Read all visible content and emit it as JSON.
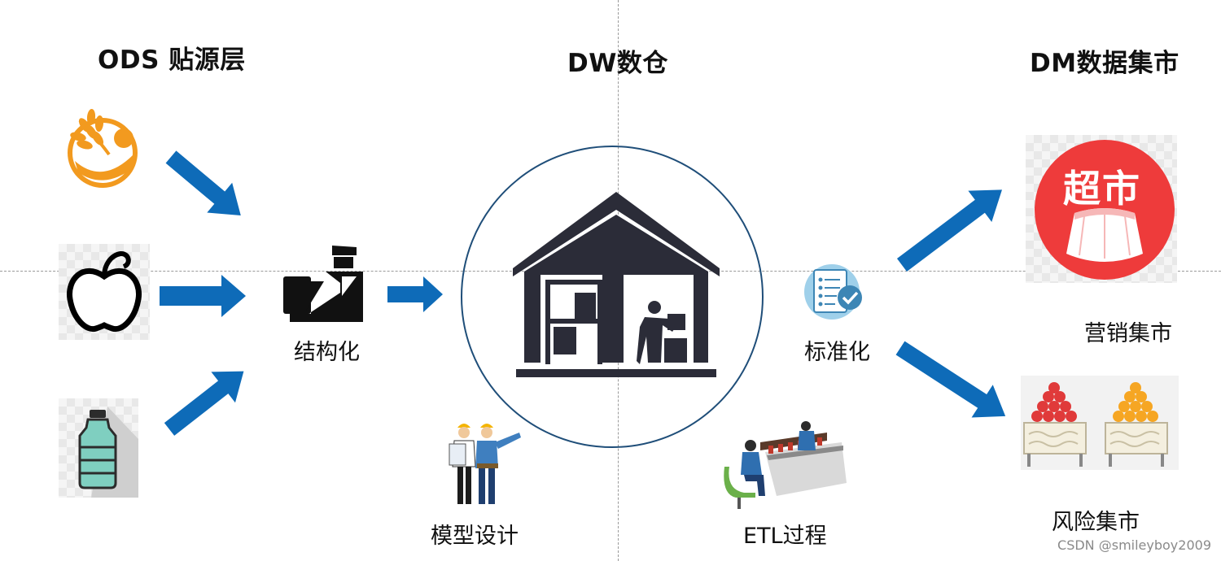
{
  "titles": {
    "ods": "ODS 贴源层",
    "dw": "DW数仓",
    "dm": "DM数据集市"
  },
  "labels": {
    "structured": "结构化",
    "model_design": "模型设计",
    "standardized": "标准化",
    "etl": "ETL过程",
    "marketing_mart": "营销集市",
    "risk_mart": "风险集市"
  },
  "supermarket_sign": "超市",
  "watermark": "CSDN @smileyboy2009",
  "colors": {
    "arrow": "#0e6bb8",
    "warehouse": "#2b2c38",
    "circle": "#1f4e79",
    "grain": "#f29a1f",
    "supermarket_red": "#ee3b3b"
  },
  "icons": [
    "grain-icon",
    "apple-icon",
    "bottle-icon",
    "inspector-icon",
    "warehouse-icon",
    "workers-icon",
    "checklist-icon",
    "assembly-line-icon",
    "supermarket-icon",
    "fruit-stall-icon"
  ]
}
